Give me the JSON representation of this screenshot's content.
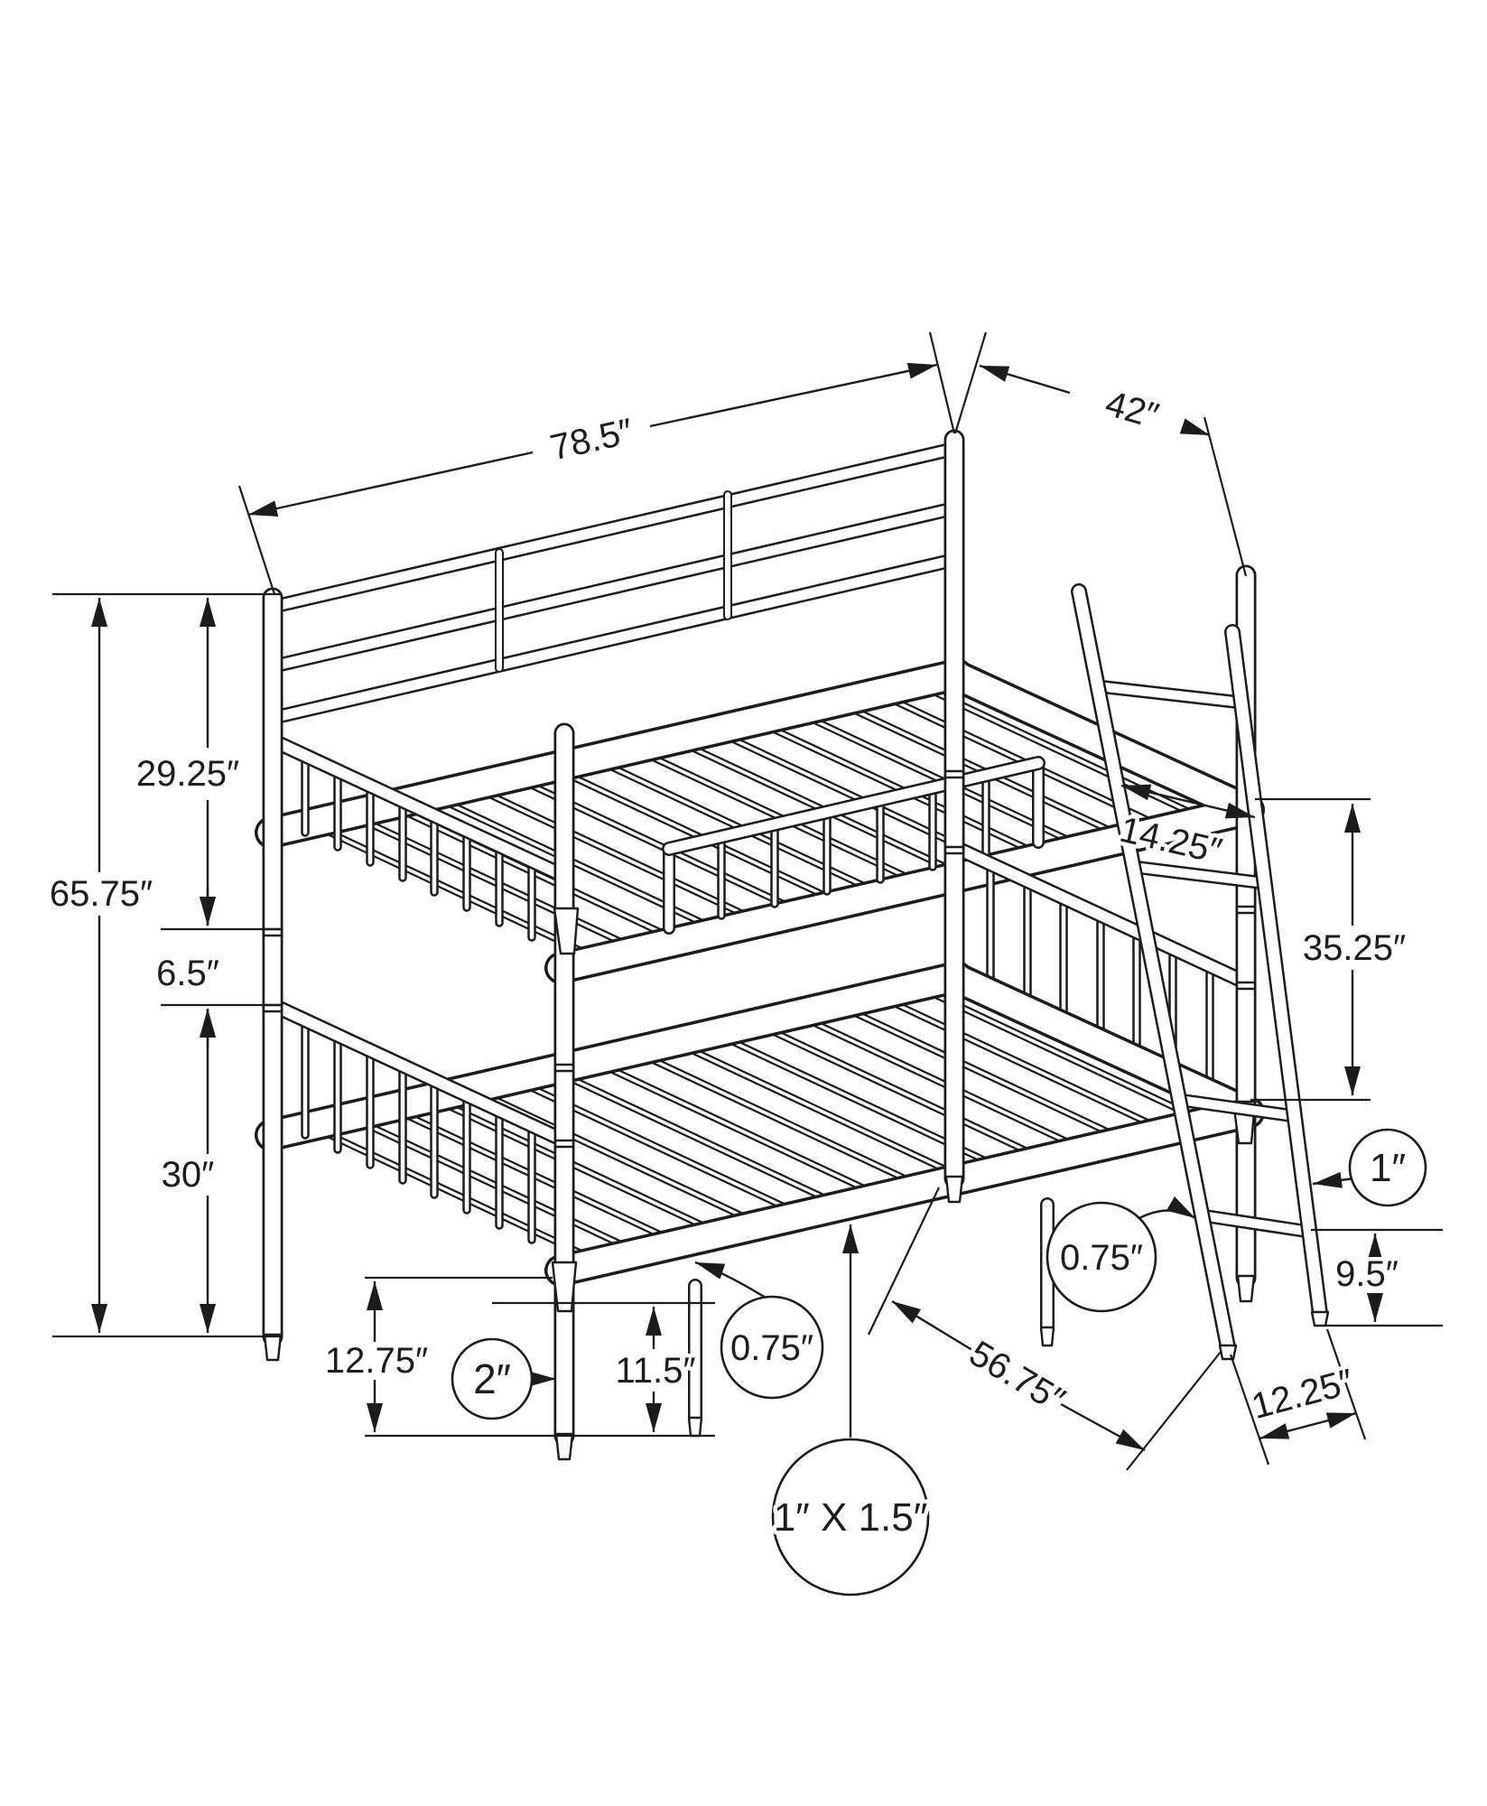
{
  "diagram": {
    "type": "technical-line-drawing",
    "subject": "metal bunk bed with slanted ladder, dimensioned",
    "ink_color": "#1c1c1e",
    "paper_color": "#ffffff"
  },
  "dimensions": {
    "length": "78.5″",
    "width": "42″",
    "overall_height": "65.75″",
    "upper_guard_height": "29.25″",
    "bunk_gap": "6.5″",
    "lower_section_height": "30″",
    "frame_floor_clearance": "12.75″",
    "post_diameter": "2″",
    "underbed_clearance": "11.5″",
    "frame_tube_diameter": "0.75″",
    "deck_length": "56.75″",
    "slat_profile": "1″ X 1.5″",
    "ladder_width": "14.25″",
    "ladder_span_height": "35.25″",
    "ladder_tube_diameter": "1″",
    "rung_tube_diameter": "0.75″",
    "ladder_foot_height": "9.5″",
    "ladder_foot_offset": "12.25″"
  }
}
